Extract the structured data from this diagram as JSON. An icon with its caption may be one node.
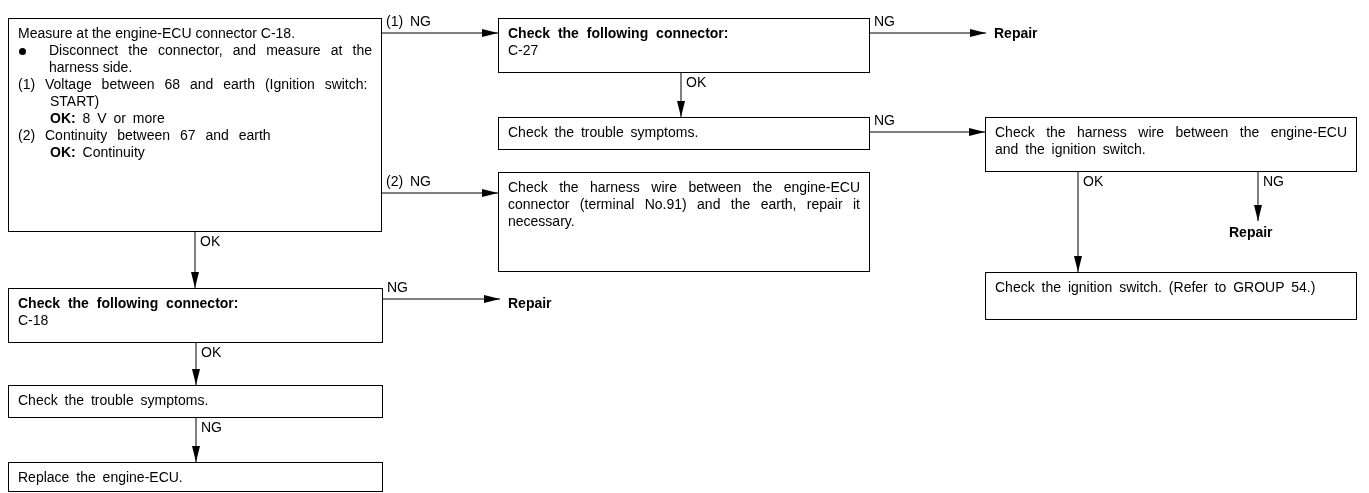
{
  "diagram": {
    "nodes": [
      {
        "text": [
          "Measure at the engine-ECU connector C-18.",
          "Disconnect the connector, and measure at the harness side.",
          "(1) Voltage between 68 and earth (Ignition switch: START)",
          "**OK:** 8 V or more",
          "(2) Continuity between 67 and earth",
          "**OK:** Continuity"
        ]
      },
      {
        "text": [
          "Check the following connector:",
          "C-18"
        ]
      },
      {
        "text": [
          "Check the trouble symptoms."
        ]
      },
      {
        "text": [
          "Replace the engine-ECU."
        ]
      },
      {
        "text": [
          "Repair"
        ]
      },
      {
        "text": [
          "Check the following connector:",
          "C-27"
        ]
      },
      {
        "text": [
          "Repair"
        ]
      },
      {
        "text": [
          "Check the trouble symptoms."
        ]
      },
      {
        "text": [
          "Check the harness wire between the engine-ECU connector (terminal No.91) and the earth, repair it necessary."
        ]
      },
      {
        "text": [
          "Check the harness wire between the engine-ECU and the ignition switch."
        ]
      },
      {
        "text": [
          "Repair"
        ]
      },
      {
        "text": [
          "Check the ignition switch. (Refer to GROUP 54.)"
        ]
      }
    ],
    "edges": [
      {
        "from": 0,
        "to": 5,
        "arrow": "to",
        "label": "(1) NG"
      },
      {
        "from": 0,
        "to": 8,
        "arrow": "to",
        "label": "(2) NG"
      },
      {
        "from": 0,
        "to": 1,
        "arrow": "to",
        "label": "OK"
      },
      {
        "from": 1,
        "to": 4,
        "arrow": "to",
        "label": "NG"
      },
      {
        "from": 1,
        "to": 2,
        "arrow": "to",
        "label": "OK"
      },
      {
        "from": 2,
        "to": 3,
        "arrow": "to",
        "label": "NG"
      },
      {
        "from": 5,
        "to": 6,
        "arrow": "to",
        "label": "NG"
      },
      {
        "from": 5,
        "to": 7,
        "arrow": "to",
        "label": "OK"
      },
      {
        "from": 7,
        "to": 9,
        "arrow": "to",
        "label": "NG"
      },
      {
        "from": 9,
        "to": 11,
        "arrow": "to",
        "label": "OK"
      },
      {
        "from": 9,
        "to": 10,
        "arrow": "to",
        "label": "NG"
      }
    ]
  }
}
